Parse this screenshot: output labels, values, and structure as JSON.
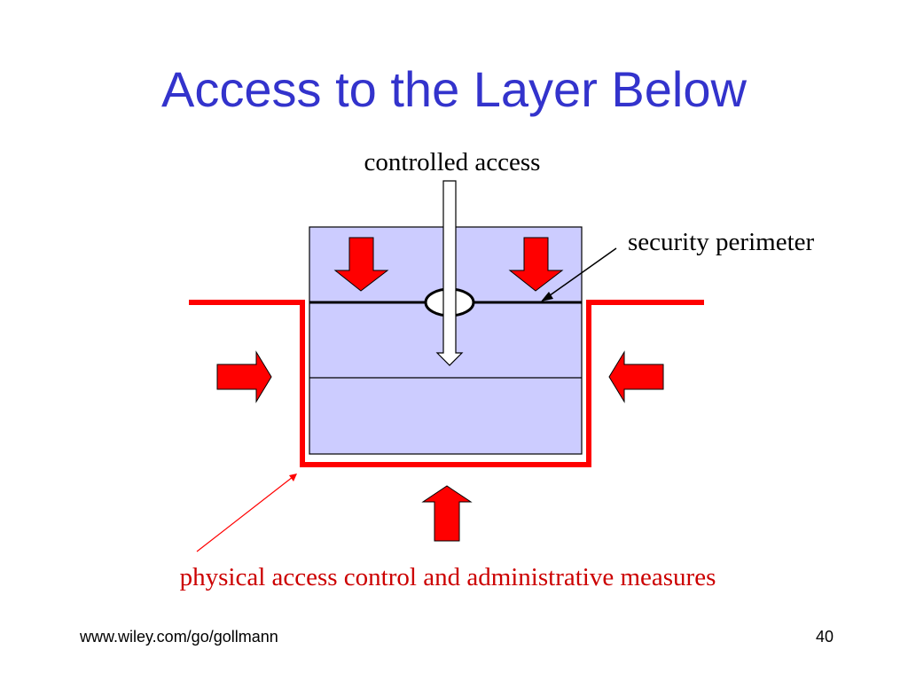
{
  "slide": {
    "title": "Access to the Layer Below"
  },
  "diagram": {
    "labels": {
      "controlled_access": "controlled access",
      "security_perimeter": "security perimeter",
      "physical_measures": "physical access control and administrative measures"
    },
    "colors": {
      "layer_fill": "#ccccff",
      "perimeter_red": "#ff0000",
      "arrow_red": "#ff0000",
      "outline": "#000000",
      "access_arrow_fill": "#ffffff"
    }
  },
  "footer": {
    "url": "www.wiley.com/go/gollmann",
    "page_number": "40"
  }
}
